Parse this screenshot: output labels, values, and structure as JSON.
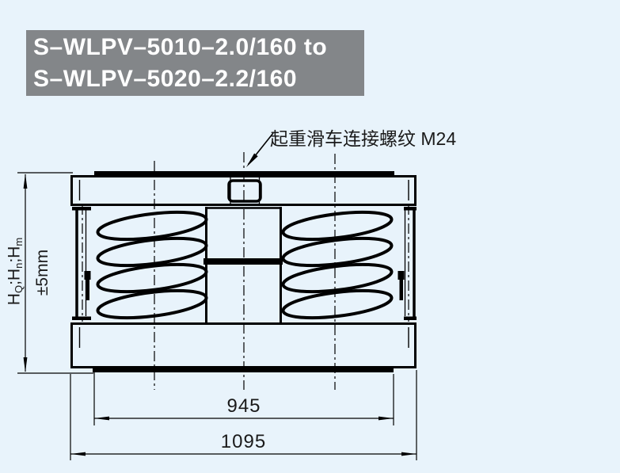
{
  "header": {
    "line1": "S–WLPV–5010–2.0/160 to",
    "line2": "S–WLPV–5020–2.2/160"
  },
  "annotation": {
    "text": "起重滑车连接螺纹 M24"
  },
  "dimensions": {
    "width_inner": "945",
    "width_outer": "1095",
    "height_label": {
      "parts": [
        {
          "t": "H",
          "s": "Q"
        },
        {
          "t": ";H",
          "s": "n"
        },
        {
          "t": ";H",
          "s": "m"
        }
      ],
      "tolerance": "±5mm"
    }
  },
  "colors": {
    "background": "#e8f3fb",
    "title_box_bg": "#838689",
    "title_text": "#ffffff",
    "line": "#000000"
  }
}
